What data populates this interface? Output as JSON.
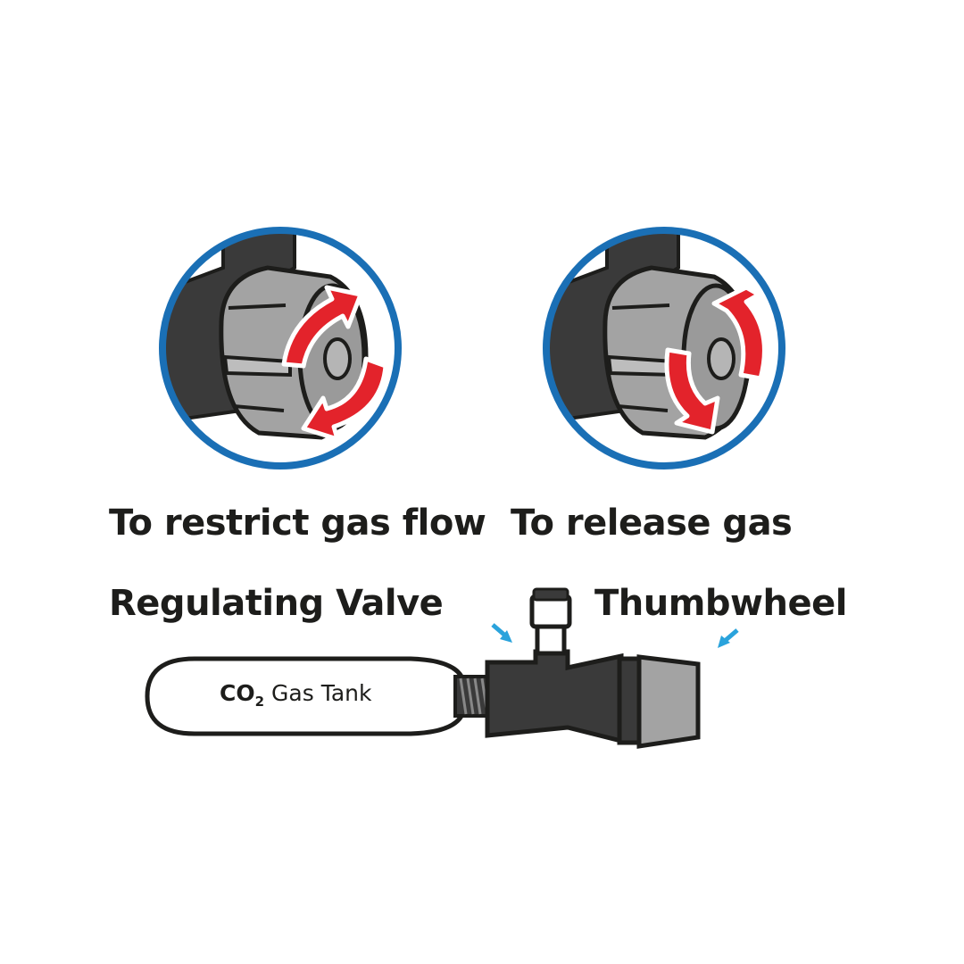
{
  "captions": {
    "restrict": "To restrict gas flow",
    "release": "To release gas"
  },
  "labels": {
    "valve": "Regulating Valve",
    "thumbwheel": "Thumbwheel",
    "tank_prefix": "CO",
    "tank_subscript": "2",
    "tank_suffix": "Gas Tank"
  },
  "colors": {
    "ring": "#1a6fb5",
    "arrow_red": "#e3232b",
    "pointer_blue": "#2aa3dc",
    "dark_body": "#3a3a3a",
    "knob_grey": "#a3a3a3",
    "outline": "#1d1d1b"
  }
}
